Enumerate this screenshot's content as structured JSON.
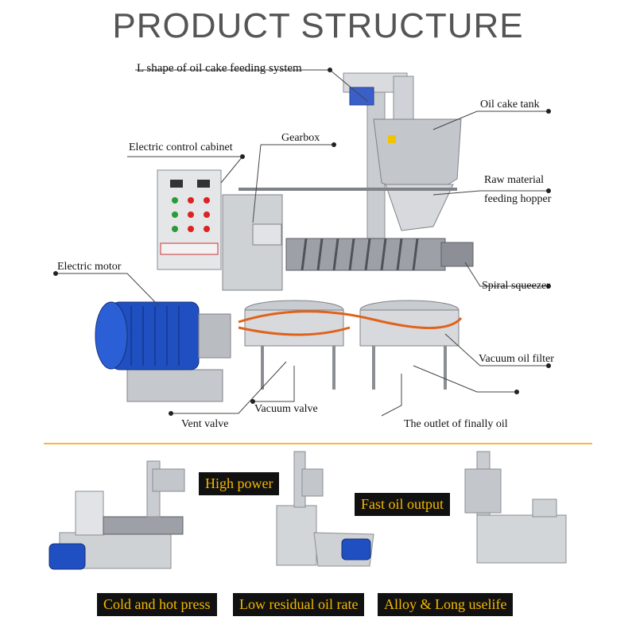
{
  "title": "PRODUCT STRUCTURE",
  "labels": {
    "l_shape": "L shape of oil cake feeding system",
    "oil_cake_tank": "Oil cake tank",
    "gearbox": "Gearbox",
    "electric_cabinet": "Electric control cabinet",
    "raw_material_1": "Raw material",
    "raw_material_2": "feeding hopper",
    "electric_motor": "Electric motor",
    "spiral_squeezer": "Spiral squeezer",
    "vacuum_oil_filter": "Vacuum oil filter",
    "vent_valve": "Vent valve",
    "vacuum_valve": "Vacuum valve",
    "outlet": "The outlet of finally oil"
  },
  "features": {
    "high_power": "High power",
    "fast_output": "Fast oil output",
    "cold_hot": "Cold and hot press",
    "low_residual": "Low residual oil rate",
    "alloy": "Alloy & Long uselife"
  },
  "colors": {
    "accent": "#f5b800",
    "badge_bg": "#111111",
    "divider": "#f5b73c",
    "motor_blue": "#1f4fc0",
    "steel": "#b8bcc2",
    "orange_pipe": "#e0621b"
  }
}
